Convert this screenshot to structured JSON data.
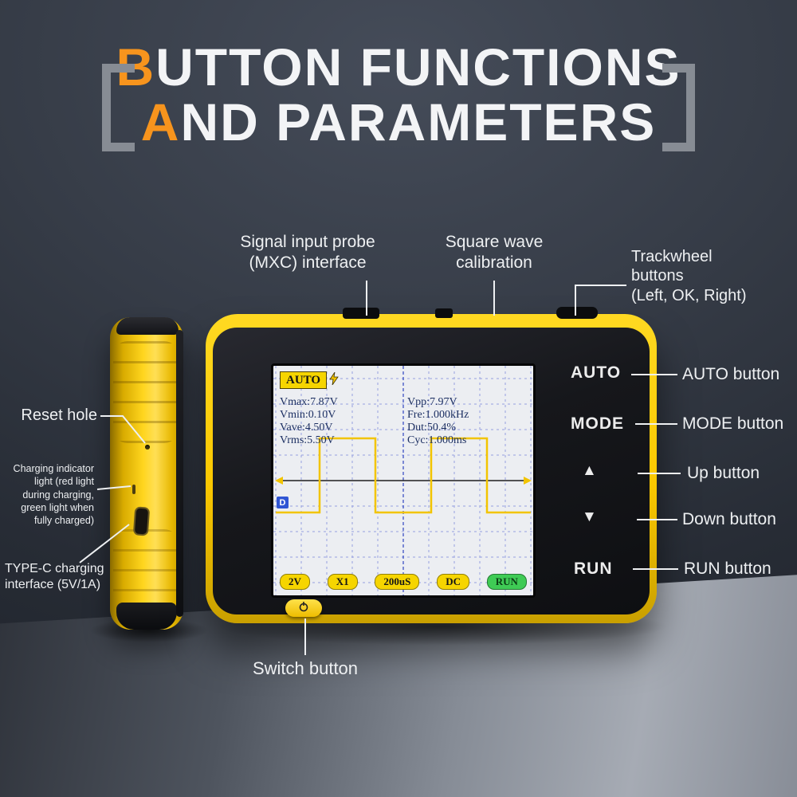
{
  "colors": {
    "accent_orange": "#f7941d",
    "device_yellow": "#ffd200",
    "chip_yellow": "#f6d500",
    "run_green": "#3fcb55",
    "label_white": "#eef0f2"
  },
  "title": {
    "line1": {
      "accent": "B",
      "rest": "UTTON FUNCTIONS"
    },
    "line2": {
      "accent": "A",
      "rest": "ND PARAMETERS"
    }
  },
  "callouts": {
    "probe": {
      "label": "Signal input probe\n(MXC) interface"
    },
    "square_wave": {
      "label": "Square wave\ncalibration"
    },
    "trackwheel": {
      "label": "Trackwheel\nbuttons\n(Left, OK, Right)"
    },
    "reset": {
      "label": "Reset hole"
    },
    "charging_indicator": {
      "label": "Charging indicator\nlight (red light\nduring charging,\ngreen light when\nfully charged)"
    },
    "typec": {
      "label": "TYPE-C charging\ninterface (5V/1A)"
    },
    "auto": {
      "label": "AUTO button"
    },
    "mode": {
      "label": "MODE button"
    },
    "up": {
      "label": "Up button"
    },
    "down": {
      "label": "Down button"
    },
    "run": {
      "label": "RUN button"
    },
    "switch": {
      "label": "Switch button"
    }
  },
  "device": {
    "side_panel_buttons": [
      {
        "label": "AUTO"
      },
      {
        "label": "MODE"
      },
      {
        "label": "▲"
      },
      {
        "label": "▼"
      },
      {
        "label": "RUN"
      }
    ],
    "screen": {
      "mode_badge": "AUTO",
      "marker": "D",
      "measurements_left": [
        "Vmax:7.87V",
        "Vmin:0.10V",
        "Vave:4.50V",
        "Vrms:5.50V"
      ],
      "measurements_right": [
        "Vpp:7.97V",
        "Fre:1.000kHz",
        "Dut:50.4%",
        "Cyc:1.000ms"
      ],
      "footer_buttons": [
        {
          "label": "2V",
          "type": "yellow"
        },
        {
          "label": "X1",
          "type": "yellow"
        },
        {
          "label": "200uS",
          "type": "yellow"
        },
        {
          "label": "DC",
          "type": "yellow"
        },
        {
          "label": "RUN",
          "type": "green"
        }
      ]
    }
  }
}
